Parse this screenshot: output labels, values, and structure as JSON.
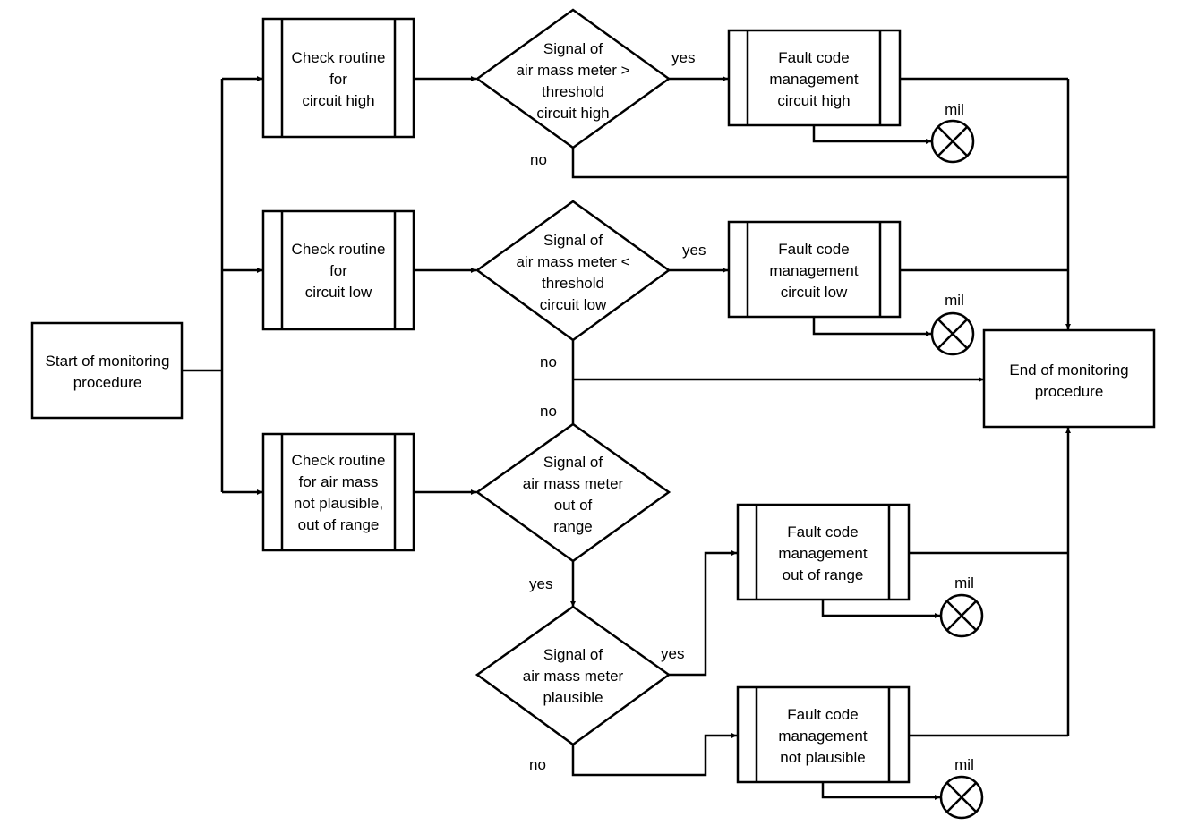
{
  "nodes": {
    "start": [
      "Start of monitoring",
      "procedure"
    ],
    "end": [
      "End of monitoring",
      "procedure"
    ],
    "check_high": [
      "Check routine",
      "for",
      "circuit high"
    ],
    "check_low": [
      "Check routine",
      "for",
      "circuit low"
    ],
    "check_range": [
      "Check routine",
      "for air mass",
      "not plausible,",
      "out of range"
    ],
    "dec_high": [
      "Signal of",
      "air mass meter >",
      "threshold",
      "circuit high"
    ],
    "dec_low": [
      "Signal of",
      "air mass meter <",
      "threshold",
      "circuit low"
    ],
    "dec_range": [
      "Signal of",
      "air mass meter",
      "out of",
      "range"
    ],
    "dec_plausible": [
      "Signal of",
      "air mass meter",
      "plausible"
    ],
    "fault_high": [
      "Fault code",
      "management",
      "circuit high"
    ],
    "fault_low": [
      "Fault code",
      "management",
      "circuit low"
    ],
    "fault_range": [
      "Fault code",
      "management",
      "out of range"
    ],
    "fault_plausible": [
      "Fault code",
      "management",
      "not plausible"
    ]
  },
  "labels": {
    "yes_high": "yes",
    "no_high": "no",
    "yes_low": "yes",
    "no_low": "no",
    "no_range": "no",
    "yes_range": "yes",
    "yes_plausible": "yes",
    "no_plausible": "no"
  },
  "mil": {
    "high": "mil",
    "low": "mil",
    "range": "mil",
    "plausible": "mil"
  }
}
